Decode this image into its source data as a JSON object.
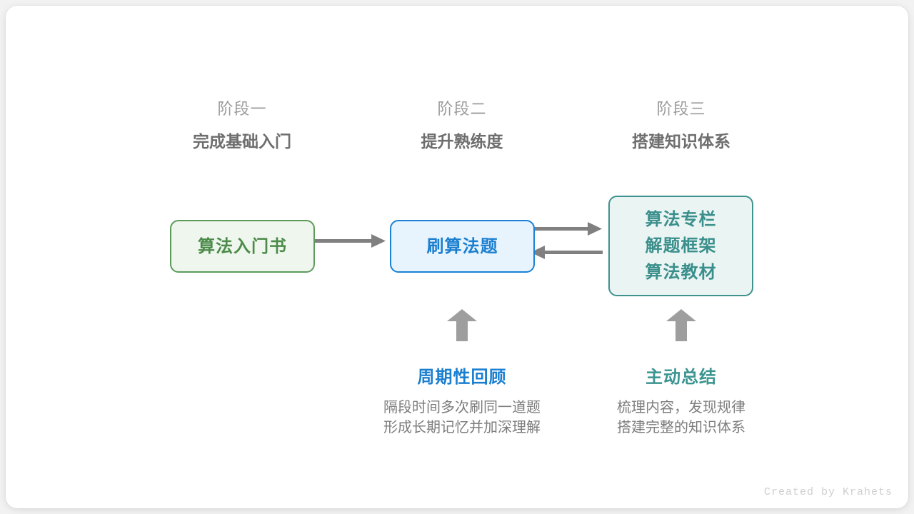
{
  "diagram": {
    "stages": [
      {
        "kicker": "阶段一",
        "title": "完成基础入门"
      },
      {
        "kicker": "阶段二",
        "title": "提升熟练度"
      },
      {
        "kicker": "阶段三",
        "title": "搭建知识体系"
      }
    ],
    "nodes": [
      {
        "id": "intro-book",
        "lines": [
          "算法入门书"
        ],
        "border_color": "#5d9b5b",
        "fill_color": "#eef6ed",
        "text_color": "#4d8b4a"
      },
      {
        "id": "practice-problems",
        "lines": [
          "刷算法题"
        ],
        "border_color": "#1b81d4",
        "fill_color": "#e7f3fd",
        "text_color": "#1b7fd0"
      },
      {
        "id": "knowledge-resources",
        "lines": [
          "算法专栏",
          "解题框架",
          "算法教材"
        ],
        "border_color": "#3e928f",
        "fill_color": "#eaf4f2",
        "text_color": "#3a8f8c"
      }
    ],
    "connectors": [
      {
        "id": "book-to-practice",
        "direction": "right"
      },
      {
        "id": "practice-to-resources",
        "direction": "right"
      },
      {
        "id": "resources-to-practice",
        "direction": "left"
      },
      {
        "id": "review-up",
        "direction": "up"
      },
      {
        "id": "summary-up",
        "direction": "up"
      }
    ],
    "captions": [
      {
        "id": "periodic-review",
        "title": "周期性回顾",
        "accent": "#1b7fd0",
        "lines": [
          "隔段时间多次刷同一道题",
          "形成长期记忆并加深理解"
        ]
      },
      {
        "id": "active-summary",
        "title": "主动总结",
        "accent": "#3a9490",
        "lines": [
          "梳理内容，发现规律",
          "搭建完整的知识体系"
        ]
      }
    ],
    "arrow_color": "#808080",
    "block_arrow_color": "#9e9e9e",
    "footer": "Created by Krahets"
  }
}
